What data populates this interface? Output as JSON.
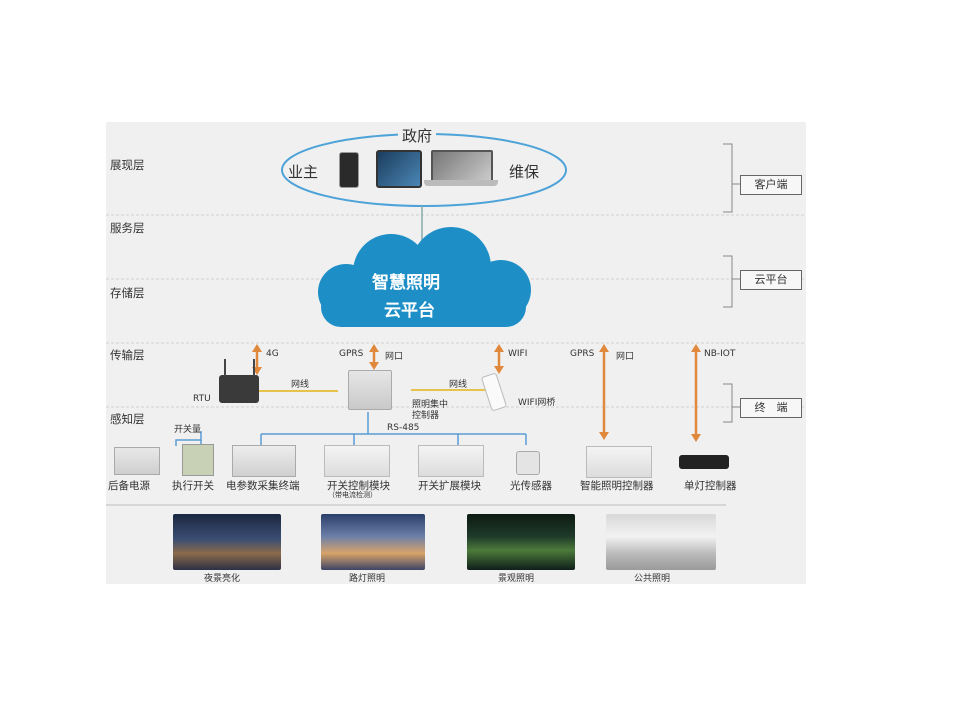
{
  "layers": {
    "presentation": "展现层",
    "service": "服务层",
    "storage": "存储层",
    "transport": "传输层",
    "perception": "感知层"
  },
  "side_boxes": {
    "client": "客户端",
    "cloud": "云平台",
    "terminal": "终　端"
  },
  "clients": {
    "government": "政府",
    "owner": "业主",
    "maintenance": "维保"
  },
  "cloud": {
    "line1": "智慧照明",
    "line2": "云平台"
  },
  "links": {
    "l4g": "4G",
    "gprs1": "GPRS",
    "port1": "网口",
    "wifi": "WIFI",
    "gprs2": "GPRS",
    "port2": "网口",
    "nbiot": "NB-IOT",
    "cable1": "网线",
    "cable2": "网线",
    "rs485": "RS-485",
    "switch_box": "开关量"
  },
  "devices": {
    "rtu": "RTU",
    "concentrator_line1": "照明集中",
    "concentrator_line2": "控制器",
    "wifi_bridge": "WIFI网桥",
    "backup_power": "后备电源",
    "actuator_switch": "执行开关",
    "power_meter": "电参数采集终端",
    "switch_module": "开关控制模块",
    "switch_module_note": "（带电流检测）",
    "switch_expansion": "开关扩展模块",
    "light_sensor": "光传感器",
    "smart_controller": "智能照明控制器",
    "single_lamp": "单灯控制器"
  },
  "scenes": {
    "night": "夜景亮化",
    "street": "路灯照明",
    "landscape": "景观照明",
    "public": "公共照明"
  },
  "colors": {
    "arrow": "#e0883b",
    "cloud": "#1e8fc6",
    "line": "#5b9bd5",
    "cable": "#e8c24a"
  }
}
